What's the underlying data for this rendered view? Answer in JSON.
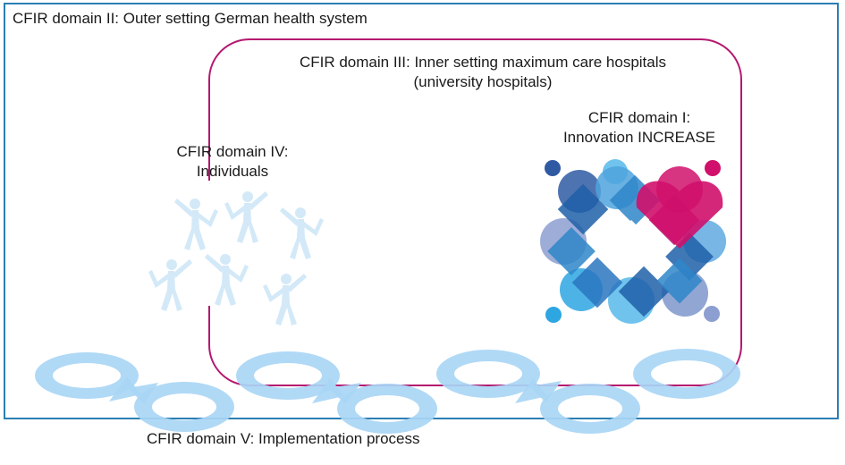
{
  "outer_setting": {
    "title": "CFIR domain II: Outer setting German health system"
  },
  "inner_setting": {
    "title_line1": "CFIR domain III: Inner setting maximum care hospitals",
    "title_line2": "(university hospitals)"
  },
  "individuals": {
    "title_line1": "CFIR domain IV:",
    "title_line2": "Individuals",
    "figure_icon": "dancing-person-icon"
  },
  "innovation": {
    "title_line1": "CFIR domain I:",
    "title_line2": "Innovation INCREASE",
    "logo_icon": "increase-logo"
  },
  "process": {
    "title": "CFIR domain V: Implementation process",
    "icon": "cycle-arrow-icon"
  },
  "colors": {
    "outer_border": "#2a7fb3",
    "inner_border": "#b5176f",
    "arrow_fill": "#a9d6f5",
    "figure_fill": "#d3e9f8",
    "logo_dark_blue": "#1f5fa8",
    "logo_mid_blue": "#2f86c9",
    "logo_light_blue": "#57b8ea",
    "logo_lavender": "#8d9fd0",
    "logo_magenta": "#d0106b"
  }
}
